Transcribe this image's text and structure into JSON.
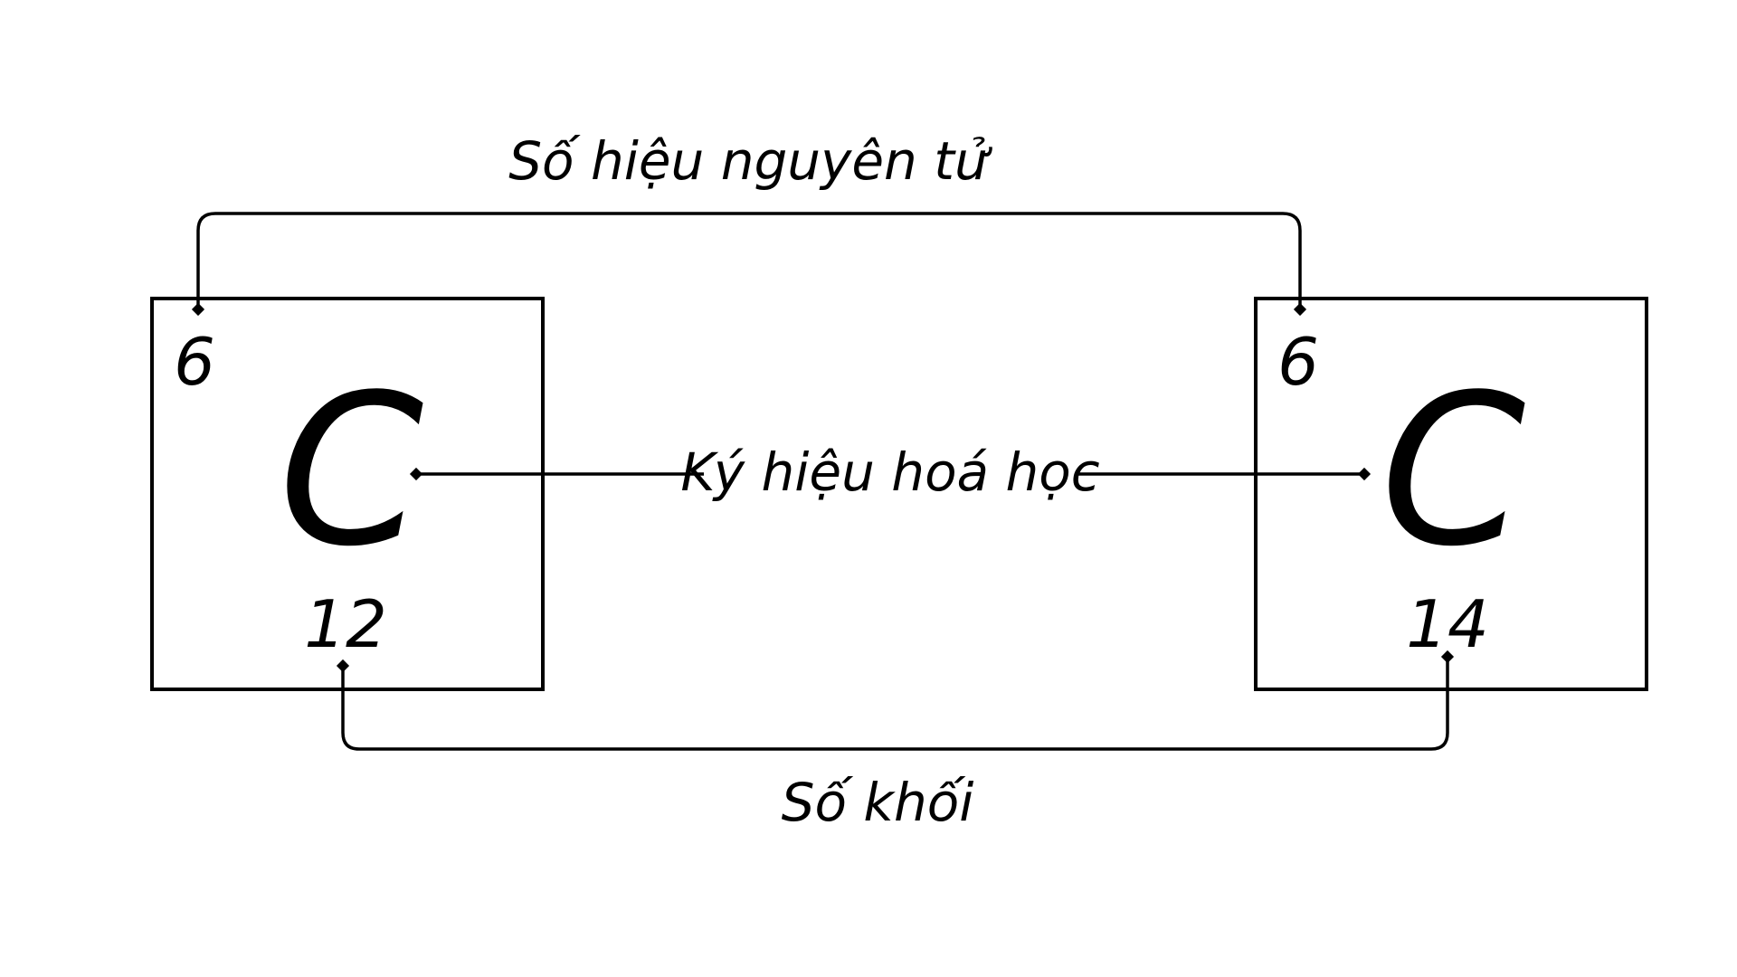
{
  "labels": {
    "atomic_number": "Số hiệu nguyên tử",
    "chemical_symbol": "Ký hiệu hoá học",
    "mass_number": "Số khối"
  },
  "isotopes": [
    {
      "atomic_number": "6",
      "symbol": "C",
      "mass_number": "12"
    },
    {
      "atomic_number": "6",
      "symbol": "C",
      "mass_number": "14"
    }
  ]
}
